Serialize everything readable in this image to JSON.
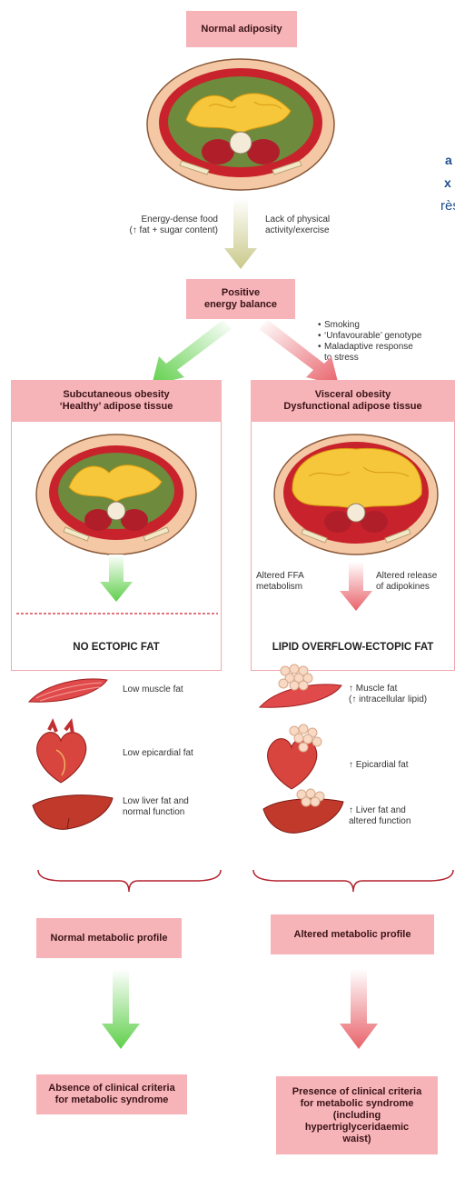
{
  "side_text": {
    "a": "a",
    "x": "x",
    "res": "rès"
  },
  "top": {
    "title": "Normal adiposity"
  },
  "causes": {
    "left": "Energy-dense food\n(↑ fat + sugar content)",
    "right": "Lack of physical\nactivity/exercise"
  },
  "balance": "Positive\nenergy balance",
  "risk_factors": [
    "Smoking",
    "‘Unfavourable’ genotype",
    "Maladaptive response\nto stress"
  ],
  "left_panel": {
    "title": "Subcutaneous obesity\n‘Healthy’ adipose tissue",
    "heading": "NO ECTOPIC FAT",
    "items": [
      "Low muscle fat",
      "Low epicardial fat",
      "Low liver fat and\nnormal function"
    ],
    "profile": "Normal metabolic profile",
    "outcome": "Absence of clinical criteria\nfor metabolic syndrome"
  },
  "right_panel": {
    "title": "Visceral obesity\nDysfunctional adipose tissue",
    "mechanisms": [
      "Altered FFA\nmetabolism",
      "Altered release\nof adipokines"
    ],
    "heading": "LIPID OVERFLOW-ECTOPIC FAT",
    "items": [
      "↑ Muscle fat\n(↑ intracellular lipid)",
      "↑ Epicardial fat",
      "↑ Liver fat and\naltered function"
    ],
    "profile": "Altered metabolic profile",
    "outcome": "Presence of clinical criteria\nfor metabolic syndrome\n(including\nhypertriglyceridaemic\nwaist)"
  },
  "colors": {
    "box": "#f6b3b8",
    "green": "#6fd25a",
    "red": "#e8626a",
    "fat": "#f6c73a",
    "muscle": "#b9262f"
  }
}
